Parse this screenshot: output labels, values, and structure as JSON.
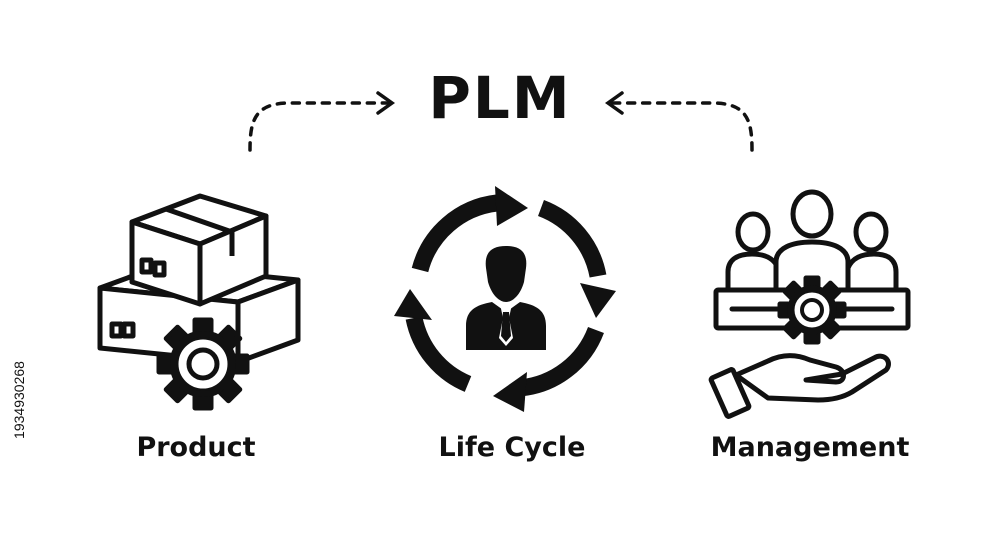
{
  "title": "PLM",
  "captions": {
    "product": "Product",
    "life_cycle": "Life Cycle",
    "management": "Management"
  },
  "stock_id": "1934930268",
  "icons": {
    "product": "boxes-gear-icon",
    "life_cycle": "cycle-person-icon",
    "management": "team-gear-hand-icon",
    "arrow_left": "dashed-arrow-right-icon",
    "arrow_right": "dashed-arrow-left-icon"
  },
  "colors": {
    "ink": "#111111",
    "background": "#ffffff"
  }
}
